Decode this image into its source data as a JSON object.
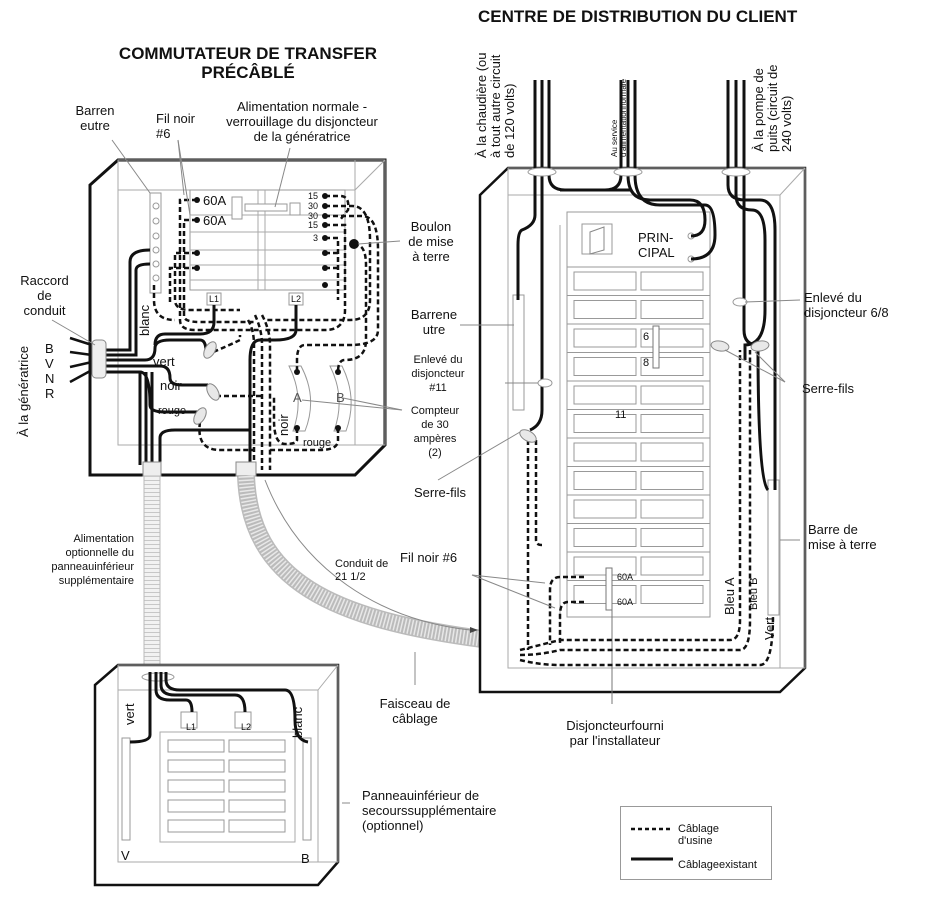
{
  "titles": {
    "transfer_switch": [
      "COMMUTATEUR DE TRANSFER",
      "PRÉCÂBLÉ"
    ],
    "distribution_center": "CENTRE DE DISTRIBUTION DU CLIENT"
  },
  "transfer_switch": {
    "callouts": {
      "neutral_bar": [
        "Barren",
        "eutre"
      ],
      "black_wire": [
        "Fil noir",
        "#6"
      ],
      "normal_power": [
        "Alimentation normale -",
        "verrouillage du disjoncteur",
        "de la génératrice"
      ],
      "ground_bolt": [
        "Boulon",
        "de mise",
        "à terre"
      ],
      "conduit_fitting": [
        "Raccord",
        "de",
        "conduit"
      ],
      "meter": [
        "Compteur",
        "de 30",
        "ampères",
        "(2)"
      ]
    },
    "breaker_labels_left": [
      "60A",
      "60A"
    ],
    "breaker_labels_right": [
      "15",
      "30",
      "30",
      "15",
      "3"
    ],
    "terminals": [
      "L1",
      "L2"
    ],
    "wire_labels": {
      "blanc": "blanc",
      "vert": "vert",
      "noir": "noir",
      "rouge": "rouge",
      "noir2": "noir",
      "rouge2": "rouge"
    },
    "meters": [
      "A",
      "B"
    ],
    "generator_wires": [
      "B",
      "V",
      "N",
      "R"
    ],
    "to_generator": "À la génératrice"
  },
  "distribution_center": {
    "top_labels": {
      "furnace": [
        "À la chaudière (ou",
        "à tout autre circuit",
        "de 120 volts)"
      ],
      "normal_service": [
        "Au service",
        "d'alimentationnormale"
      ],
      "well_pump": [
        "À la pompe de",
        "puits (circuit de",
        "240 volts)"
      ]
    },
    "main_breaker": [
      "PRIN-",
      "CIPAL"
    ],
    "breaker_numbers": [
      "6",
      "8",
      "11"
    ],
    "breaker_60a": [
      "60A",
      "60A"
    ],
    "callouts": {
      "neutral_bar": [
        "Barrene",
        "utre"
      ],
      "removed_11": [
        "Enlevé du",
        "disjoncteur",
        "#11"
      ],
      "removed_68": [
        "Enlevé du",
        "disjoncteur 6/8"
      ],
      "wire_nuts_left": "Serre-fils",
      "wire_nuts_right": "Serre-fils",
      "ground_bar": [
        "Barre de",
        "mise à terre"
      ],
      "installer_breaker": [
        "Disjoncteurfourni",
        "par l'installateur"
      ],
      "black_wire": "Fil noir #6"
    },
    "wire_labels": [
      "Bleu A",
      "Bleu B",
      "Vert"
    ]
  },
  "conduit": {
    "optional_feed": [
      "Alimentation",
      "optionnelle du",
      "panneauinférieur",
      "supplémentaire"
    ],
    "conduit_size": [
      "Conduit de",
      "21 1/2"
    ],
    "harness": [
      "Faisceau de",
      "câblage"
    ]
  },
  "subpanel": {
    "wire_labels": [
      "vert",
      "blanc"
    ],
    "terminals": [
      "L1",
      "L2"
    ],
    "bars": [
      "V",
      "B"
    ],
    "callout": [
      "Panneauinférieur de",
      "secourssupplémentaire",
      "(optionnel)"
    ]
  },
  "legend": {
    "factory": [
      "Câblage",
      "d'usine"
    ],
    "existing": "Câblageexistant"
  }
}
